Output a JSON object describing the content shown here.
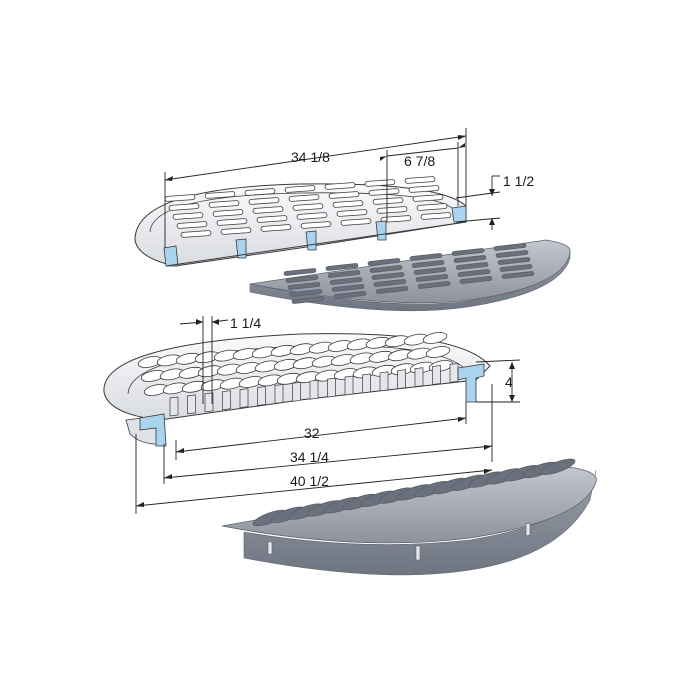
{
  "dimensions": {
    "top_width": "34 1/8",
    "top_right_segment": "6 7/8",
    "top_thickness": "1 1/2",
    "bottom_bar_spacing": "1 1/4",
    "bottom_depth": "4",
    "bottom_inner_width": "32",
    "bottom_mid_width": "34 1/4",
    "bottom_outer_width": "40 1/2"
  },
  "colors": {
    "outline": "#3a3a3a",
    "casting_light": "#f4f4f6",
    "casting_shade": "#c9ccd4",
    "section_cut": "#a9d3ee",
    "grate_grey": "#aeb3bd",
    "grate_dark": "#7f8590",
    "dimension_line": "#222222"
  }
}
